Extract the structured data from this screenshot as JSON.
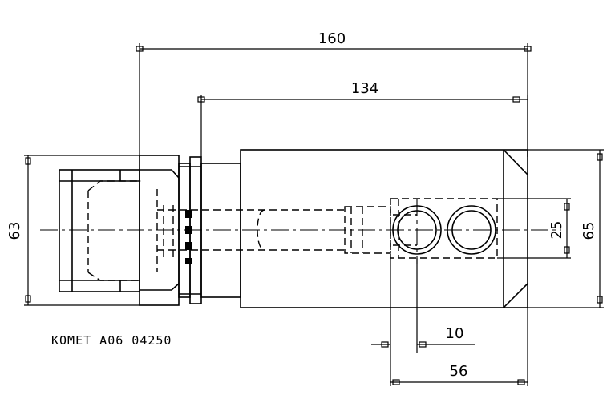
{
  "drawing": {
    "dimensions": {
      "overall_length": "160",
      "body_length": "134",
      "flange_height": "63",
      "body_height": "65",
      "hole_spacing_v": "25",
      "offset_h": "10",
      "hole_region_width": "56"
    },
    "part_label": "KOMET A06 04250",
    "line_color": "#000000",
    "background": "#ffffff"
  }
}
